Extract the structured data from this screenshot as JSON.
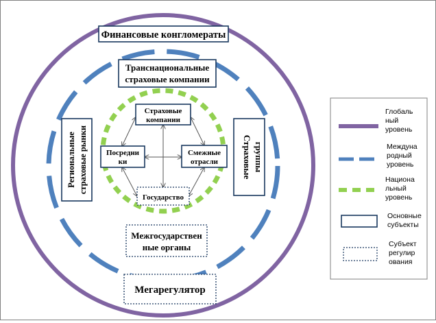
{
  "diagram": {
    "top_box": "Финансовые конгломераты",
    "transnational_box": [
      "Транснациональные",
      "страховые компании"
    ],
    "regional_markets": [
      "Региональные",
      "страховые рынки"
    ],
    "insurance_groups": [
      "Страховые",
      "группы"
    ],
    "interstate_box": [
      "Межгосударствен",
      "ные органы"
    ],
    "megaregulator_box": "Мегарегулятор",
    "inner": {
      "insurers": [
        "Страховые",
        "компании"
      ],
      "intermediaries": [
        "Посредни",
        "ки"
      ],
      "related_industries": [
        "Смежные",
        "отрасли"
      ],
      "state": "Государство"
    }
  },
  "legend": {
    "items": [
      {
        "key": "global",
        "lines": [
          "Глобаль",
          "ный",
          "уровень"
        ]
      },
      {
        "key": "international",
        "lines": [
          "Междуна",
          "родный",
          "уровень"
        ]
      },
      {
        "key": "national",
        "lines": [
          "Национа",
          "льный",
          "уровень"
        ]
      },
      {
        "key": "main_subjects",
        "lines": [
          "Основные",
          "субъекты"
        ]
      },
      {
        "key": "regulator",
        "lines": [
          "Субъект",
          "регулир",
          "ования"
        ]
      }
    ]
  },
  "colors": {
    "global": "#8064a2",
    "international": "#4f81bd",
    "national": "#92d050",
    "box_border": "#17365d",
    "text": "#000000"
  }
}
